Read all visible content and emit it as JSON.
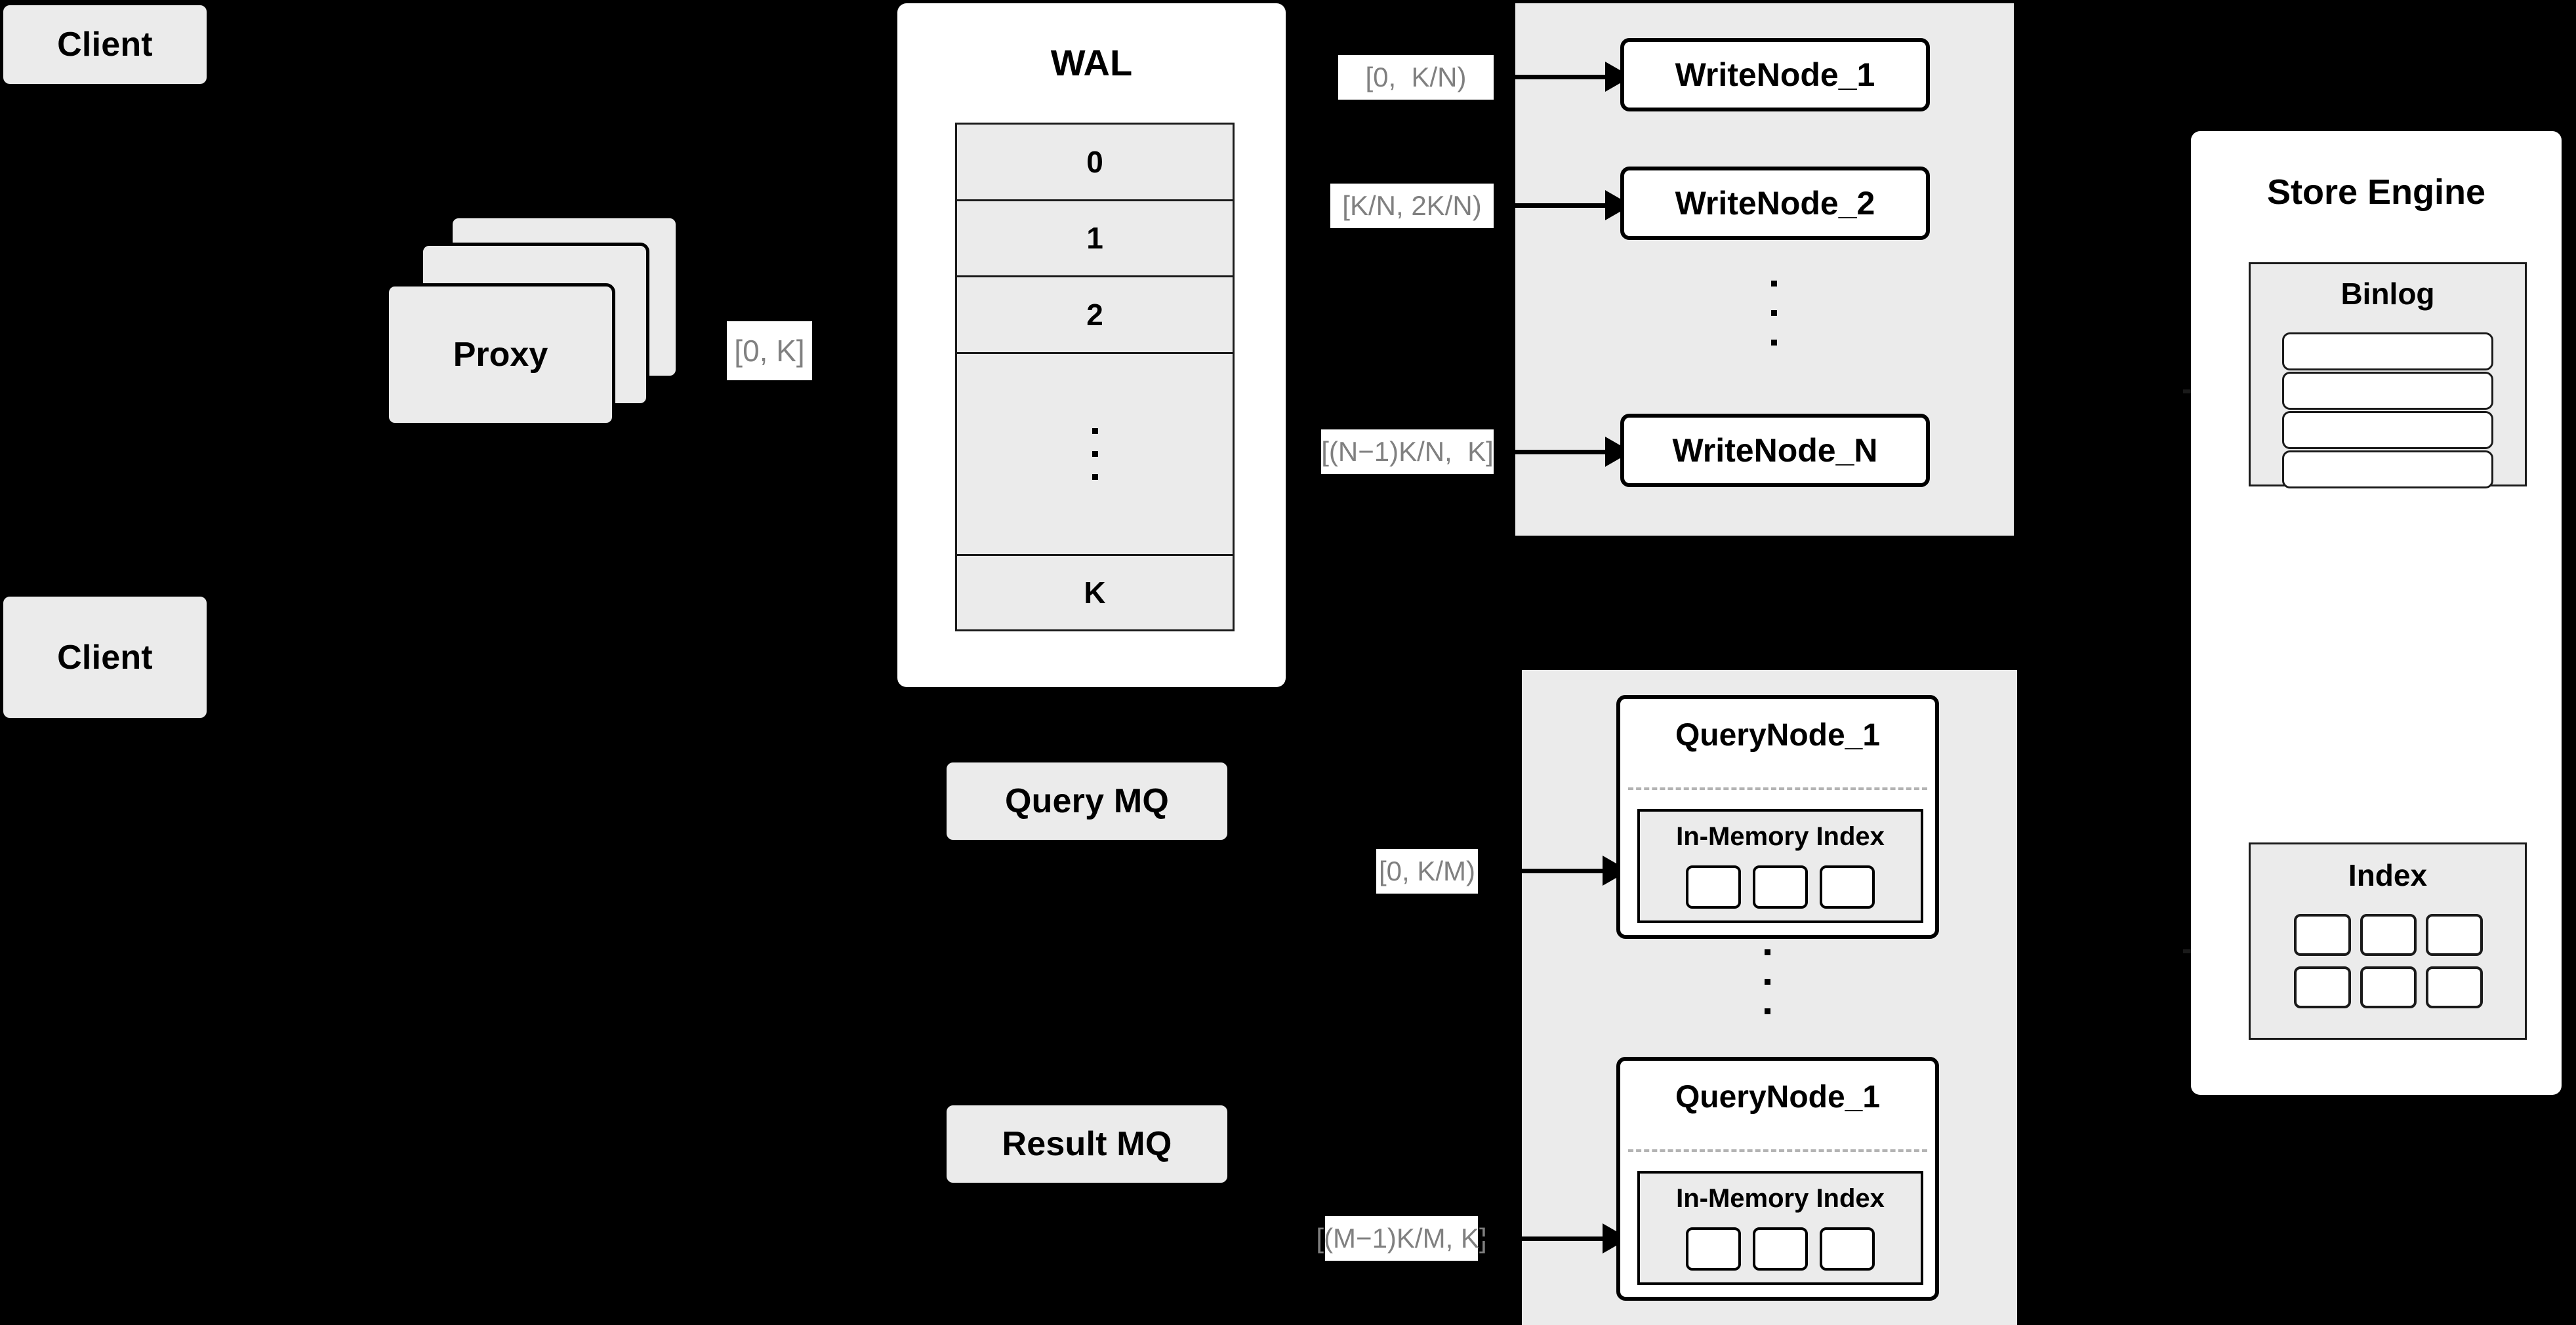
{
  "diagram": {
    "title": "Distributed Write/Query Architecture",
    "background_color": "#000000",
    "node_fill": "#ebebeb",
    "node_stroke": "#000000",
    "label_text_color": "#808080",
    "label_bg_color": "#ffffff",
    "divider_color": "#b3b3b3"
  },
  "clients": [
    {
      "label": "Client"
    },
    {
      "label": "Client"
    }
  ],
  "proxy": {
    "label": "Proxy",
    "stack_count": 3
  },
  "edges": {
    "proxy_to_wal": "[0, K]",
    "write_node_1": "[0,  K/N)",
    "write_node_2": "[K/N, 2K/N)",
    "write_node_n": "[(N−1)K/N,  K]",
    "query_node_1": "[0, K/M)",
    "query_node_m": "[(M−1)K/M, K]"
  },
  "wal": {
    "title": "WAL",
    "cells": [
      "0",
      "1",
      "2",
      "⋮",
      "K"
    ],
    "ellipsis_dots": 3
  },
  "message_queues": [
    {
      "label": "Query MQ"
    },
    {
      "label": "Result MQ"
    }
  ],
  "write_nodes": {
    "panel_name": "write-node-group",
    "nodes": [
      {
        "label": "WriteNode_1"
      },
      {
        "label": "WriteNode_2"
      },
      {
        "label": "WriteNode_N"
      }
    ],
    "ellipsis_dots": 3
  },
  "query_nodes": {
    "panel_name": "query-node-group",
    "nodes": [
      {
        "title": "QueryNode_1",
        "index": {
          "title": "In-Memory Index",
          "cell_count": 3
        }
      },
      {
        "title": "QueryNode_1",
        "index": {
          "title": "In-Memory Index",
          "cell_count": 3
        }
      }
    ],
    "ellipsis_dots": 3
  },
  "store_engine": {
    "title": "Store Engine",
    "binlog": {
      "title": "Binlog",
      "row_count": 4
    },
    "index": {
      "title": "Index",
      "cell_count": 6
    }
  }
}
